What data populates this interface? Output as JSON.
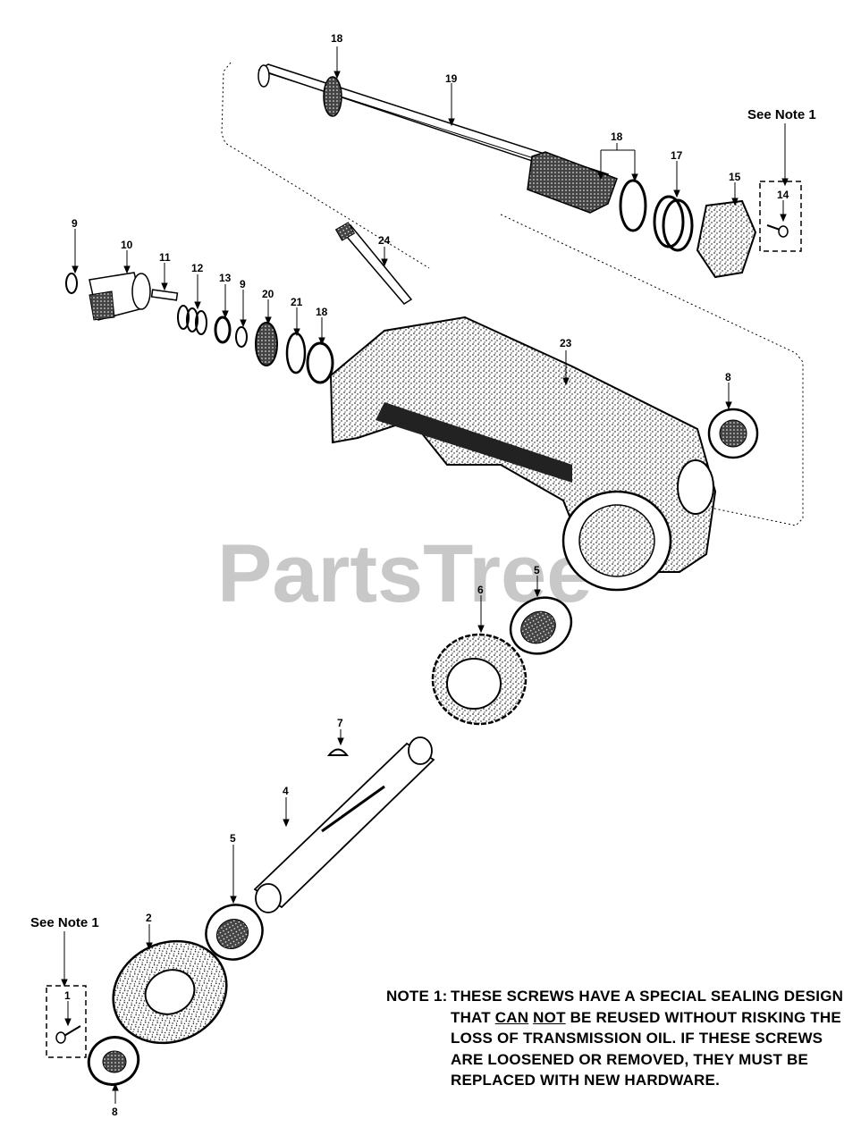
{
  "watermark": "PartsTree",
  "see_note_top": "See Note 1",
  "see_note_bottom": "See Note 1",
  "callouts": {
    "c18_top": "18",
    "c19": "19",
    "c18_mid": "18",
    "c17": "17",
    "c15": "15",
    "c14": "14",
    "c9_left": "9",
    "c10": "10",
    "c11": "11",
    "c12": "12",
    "c13": "13",
    "c9_mid": "9",
    "c20": "20",
    "c21": "21",
    "c18_low": "18",
    "c24": "24",
    "c23": "23",
    "c8_right": "8",
    "c5_upper": "5",
    "c6": "6",
    "c7": "7",
    "c4": "4",
    "c5_lower": "5",
    "c2": "2",
    "c1": "1",
    "c8_bottom": "8"
  },
  "note": {
    "head": "NOTE 1:",
    "line1": "THESE SCREWS HAVE A SPECIAL SEALING DESIGN",
    "line2_pre": "THAT ",
    "line2_can": "CAN",
    "line2_sp": " ",
    "line2_not": "NOT",
    "line2_post": " BE REUSED WITHOUT RISKING THE",
    "line3": "LOSS OF TRANSMISSION OIL.  IF THESE SCREWS",
    "line4": "ARE LOOSENED OR REMOVED, THEY MUST BE",
    "line5": "REPLACED WITH NEW HARDWARE."
  }
}
